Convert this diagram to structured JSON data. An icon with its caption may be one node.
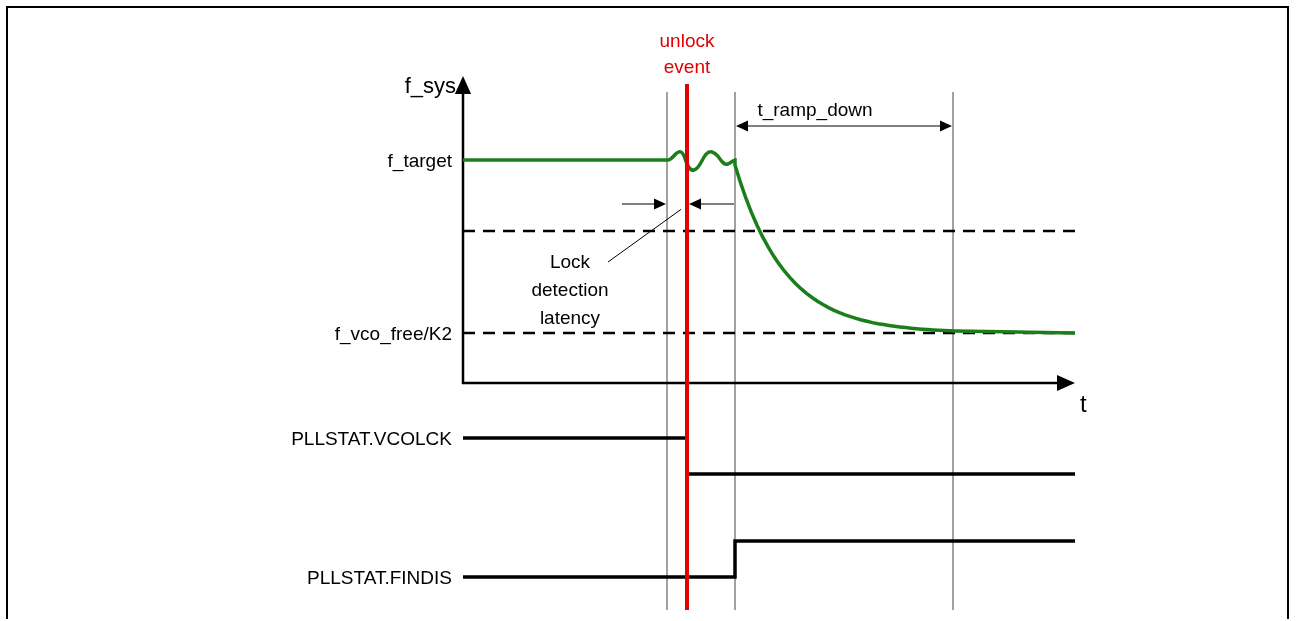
{
  "diagram": {
    "nodes": [
      {
        "text": [
          "Lock detection latency"
        ]
      },
      {
        "text": [],
        "shape": "line"
      }
    ],
    "edges": [
      {
        "from": 0,
        "to": 1,
        "arrow": "none"
      }
    ],
    "labels": [
      "unlock event",
      "f_sys",
      "t_ramp_down",
      "f_target",
      "f_vco_free/K2",
      "t",
      "PLLSTAT.VCOLCK",
      "PLLSTAT.FINDIS"
    ]
  }
}
